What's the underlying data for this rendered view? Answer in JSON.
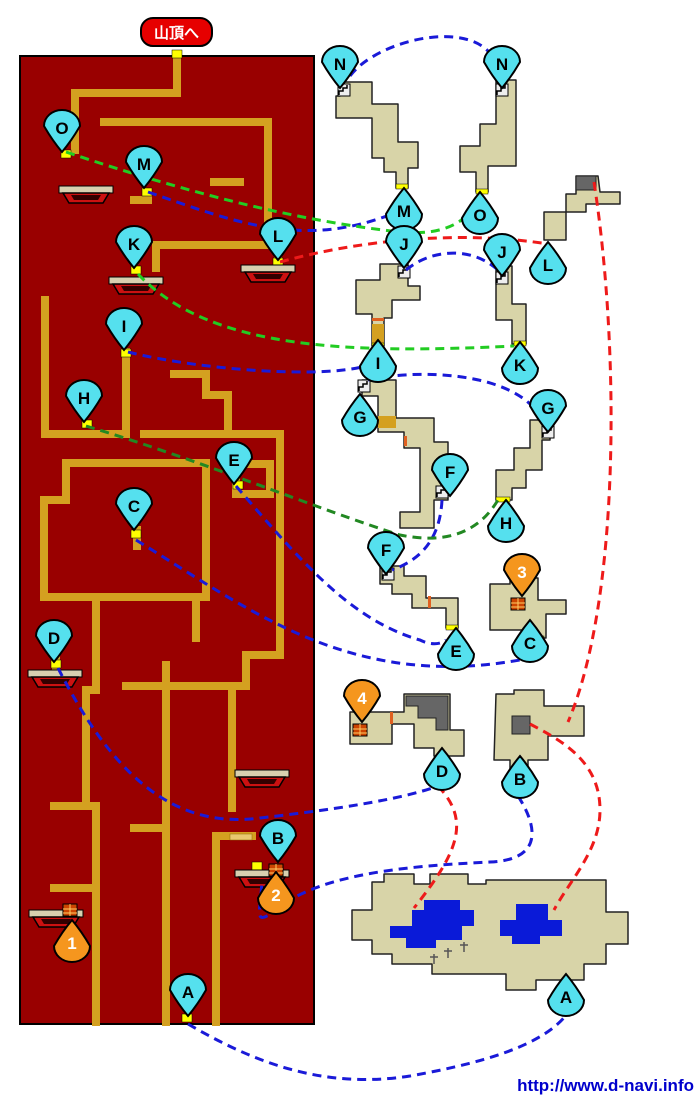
{
  "summit_sign": "山頂へ",
  "site_url": "http://www.d-navi.info",
  "colors": {
    "tower_bg": "#990000",
    "corridor": "#d4a020",
    "area_floor": "#d8d4a8",
    "marker_cyan": "#55e0ee",
    "marker_orange": "#f5961e",
    "link_blue": "#1a1ad8",
    "link_red": "#ee1a1a",
    "link_green": "#22cc22",
    "water": "#0a1ad8"
  },
  "markers": {
    "tower": [
      "O",
      "M",
      "K",
      "L",
      "I",
      "H",
      "E",
      "C",
      "D",
      "B",
      "A"
    ],
    "areas": [
      "N",
      "N",
      "M",
      "O",
      "J",
      "J",
      "L",
      "I",
      "K",
      "G",
      "G",
      "F",
      "F",
      "H",
      "E",
      "C",
      "D",
      "B",
      "A"
    ],
    "items": [
      "1",
      "2",
      "3",
      "4"
    ]
  },
  "icons": [
    "stairs-up-icon",
    "stairs-down-icon",
    "treasure-chest-icon",
    "cross-icon",
    "platform-icon"
  ]
}
